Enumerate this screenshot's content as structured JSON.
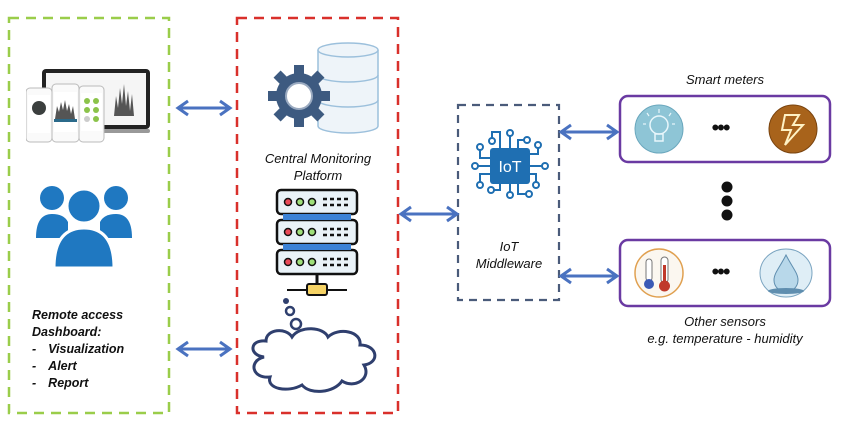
{
  "remote_panel": {
    "title_line1": "Remote access",
    "title_line2": "Dashboard:",
    "items": [
      {
        "bullet": "-",
        "label": "Visualization"
      },
      {
        "bullet": "-",
        "label": "Alert"
      },
      {
        "bullet": "-",
        "label": "Report"
      }
    ],
    "icons": [
      "dashboard-devices-icon",
      "users-group-icon"
    ]
  },
  "central_panel": {
    "title_line1": "Central Monitoring",
    "title_line2": "Platform",
    "icons": [
      "gear-icon",
      "database-icon",
      "server-rack-icon",
      "cloud-icon"
    ]
  },
  "middleware_panel": {
    "badge": "IoT",
    "title_line1": "IoT",
    "title_line2": "Middleware"
  },
  "smart_meters": {
    "caption": "Smart meters",
    "icons": [
      "light-bulb-icon",
      "lightning-icon"
    ],
    "ellipsis": "•••"
  },
  "other_sensors": {
    "caption_line1": "Other sensors",
    "caption_line2": "e.g. temperature - humidity",
    "icons": [
      "thermometer-icon",
      "water-drop-icon"
    ],
    "ellipsis": "•••"
  },
  "colors": {
    "remote_border": "#9acd4a",
    "central_border": "#d9302b",
    "middleware_border": "#4a5b7a",
    "device_border": "#6a3aa2",
    "arrow": "#4a72c0",
    "users_icon": "#1f78c1"
  }
}
